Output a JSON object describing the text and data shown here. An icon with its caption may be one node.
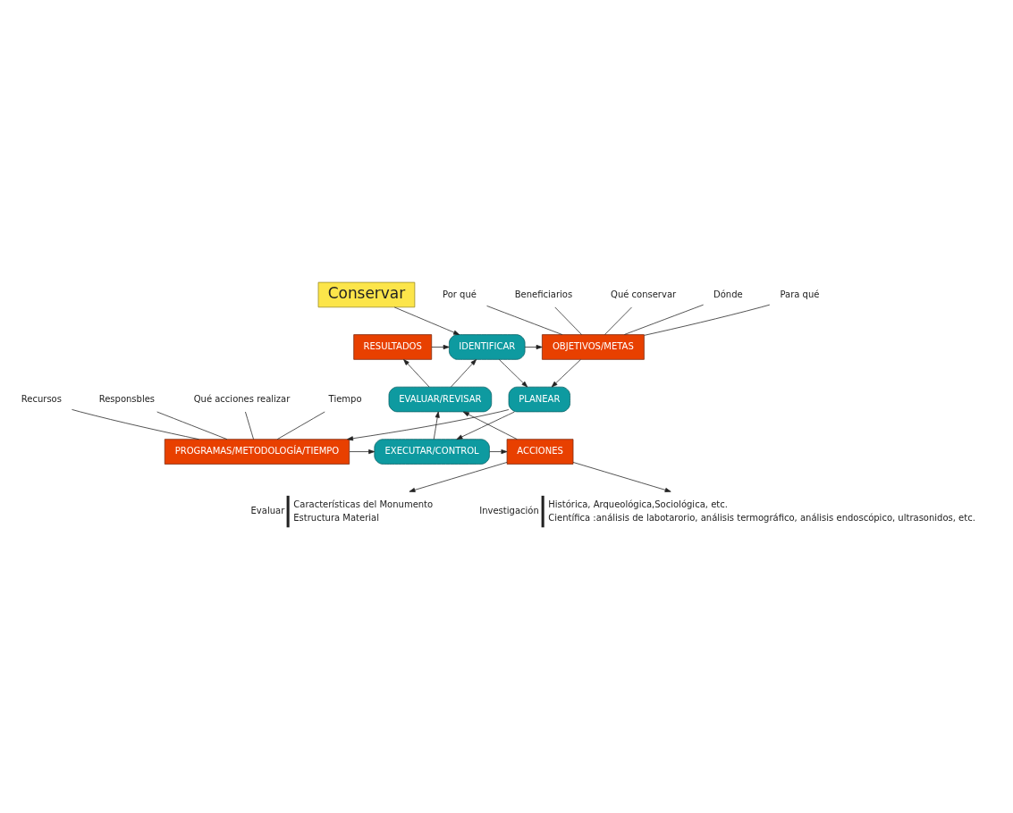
{
  "diagram": {
    "nodes": [
      {
        "text": [
          "Conservar"
        ]
      },
      {
        "text": [
          "RESULTADOS"
        ]
      },
      {
        "text": [
          "IDENTIFICAR"
        ]
      },
      {
        "text": [
          "OBJETIVOS/METAS"
        ]
      },
      {
        "text": [
          "Qué conservar"
        ]
      },
      {
        "text": [
          "Dónde"
        ]
      },
      {
        "text": [
          "Para qué"
        ]
      },
      {
        "text": [
          "Por qué"
        ]
      },
      {
        "text": [
          "Beneficiarios"
        ]
      },
      {
        "text": [
          "PLANEAR"
        ]
      },
      {
        "text": [
          "EVALUAR/REVISAR"
        ]
      },
      {
        "text": [
          "Qué acciones realizar"
        ]
      },
      {
        "text": [
          "Tiempo"
        ]
      },
      {
        "text": [
          "Recursos"
        ]
      },
      {
        "text": [
          "Responsbles"
        ]
      },
      {
        "text": [
          "EXECUTAR/CONTROL"
        ]
      },
      {
        "text": [
          "ACCIONES"
        ]
      },
      {
        "text": [
          "PROGRAMAS/METODOLOGÍA/TIEMPO"
        ]
      },
      {
        "text": [
          "Evaluar"
        ],
        "beside": [
          "Características del Monumento",
          "Estructura Material"
        ]
      },
      {
        "text": [
          "Investigación"
        ],
        "beside": [
          "Histórica, Arqueológica,Sociológica, etc.",
          "Científica :análisis de labotarorio, análisis termográfico, análisis endoscópico, ultrasonidos, etc."
        ]
      }
    ],
    "edges": [
      {
        "from": 0,
        "to": 2,
        "arrow": "to"
      },
      {
        "from": 1,
        "to": 2,
        "arrow": "to"
      },
      {
        "from": 2,
        "to": 3,
        "arrow": "to"
      },
      {
        "from": 4,
        "to": 3,
        "arrow": "none"
      },
      {
        "from": 5,
        "to": 3,
        "arrow": "none"
      },
      {
        "from": 6,
        "to": 3,
        "arrow": "none"
      },
      {
        "from": 7,
        "to": 3,
        "arrow": "none"
      },
      {
        "from": 8,
        "to": 3,
        "arrow": "none"
      },
      {
        "from": 2,
        "to": 9,
        "arrow": "to"
      },
      {
        "from": 3,
        "to": 9,
        "arrow": "to"
      },
      {
        "from": 9,
        "to": 17,
        "arrow": "to"
      },
      {
        "from": 9,
        "to": 15,
        "arrow": "to"
      },
      {
        "from": 11,
        "to": 17,
        "arrow": "none"
      },
      {
        "from": 12,
        "to": 17,
        "arrow": "none"
      },
      {
        "from": 13,
        "to": 17,
        "arrow": "none"
      },
      {
        "from": 14,
        "to": 17,
        "arrow": "none"
      },
      {
        "from": 17,
        "to": 15,
        "arrow": "to"
      },
      {
        "from": 15,
        "to": 16,
        "arrow": "to"
      },
      {
        "from": 15,
        "to": 10,
        "arrow": "to"
      },
      {
        "from": 16,
        "to": 10,
        "arrow": "to"
      },
      {
        "from": 10,
        "to": 1,
        "arrow": "to"
      },
      {
        "from": 10,
        "to": 2,
        "arrow": "to"
      },
      {
        "from": 16,
        "to": 18,
        "arrow": "to"
      },
      {
        "from": 16,
        "to": 19,
        "arrow": "to"
      }
    ]
  }
}
